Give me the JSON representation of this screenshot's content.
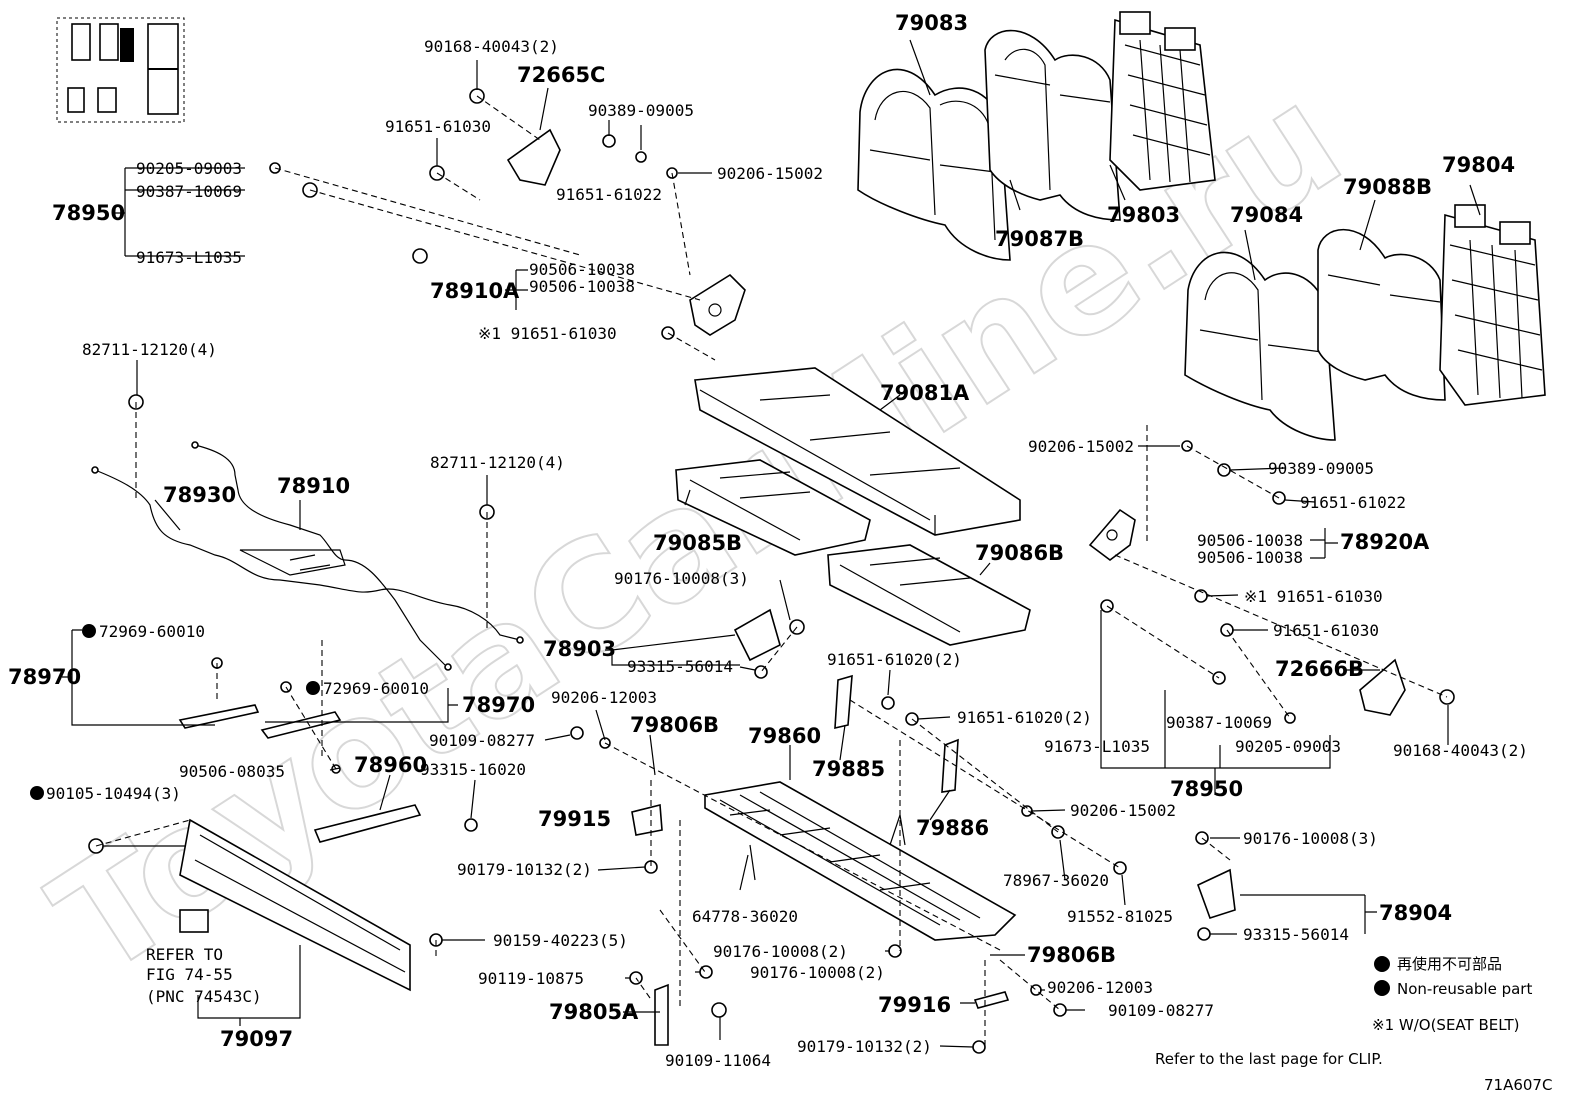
{
  "diagram_id": "71A607C",
  "watermark": "ToyotaCarMine.ru",
  "footer_note": "Refer to the last page for CLIP.",
  "legend": {
    "jp": "再使用不可部品",
    "en": "Non-reusable part",
    "note": "※1 W/O(SEAT BELT)"
  },
  "refer": {
    "line1": "REFER TO",
    "line2": "FIG 74-55",
    "line3": "(PNC 74543C)"
  },
  "big_labels": [
    "79083",
    "79087B",
    "79803",
    "79084",
    "79088B",
    "79804",
    "79081A",
    "79085B",
    "79086B",
    "72665C",
    "78950",
    "78910A",
    "78930",
    "78910",
    "78903",
    "78920A",
    "72666B",
    "78950",
    "78970",
    "78970",
    "78960",
    "79806B",
    "79860",
    "79885",
    "79886",
    "79915",
    "79097",
    "79805A",
    "79916",
    "79806B",
    "78904"
  ],
  "labels": [
    "90168-40043(2)",
    "91651-61030",
    "90389-09005",
    "90205-09003",
    "90387-10069",
    "91673-L1035",
    "91651-61022",
    "90206-15002",
    "90506-10038",
    "90506-10038",
    "※1 91651-61030",
    "82711-12120(4)",
    "82711-12120(4)",
    "90206-15002",
    "90389-09005",
    "91651-61022",
    "90506-10038",
    "90506-10038",
    "※1 91651-61030",
    "91651-61030",
    "90387-10069",
    "90205-09003",
    "91673-L1035",
    "90168-40043(2)",
    "90176-10008(3)",
    "93315-56014",
    "91651-61020(2)",
    "91651-61020(2)",
    "72969-60010",
    "72969-60010",
    "90206-12003",
    "90109-08277",
    "90506-08035",
    "93315-16020",
    "90105-10494(3)",
    "90179-10132(2)",
    "64778-36020",
    "90206-15002",
    "78967-36020",
    "91552-81025",
    "90176-10008(3)",
    "93315-56014",
    "90159-40223(5)",
    "90176-10008(2)",
    "90176-10008(2)",
    "90119-10875",
    "90206-12003",
    "90109-08277",
    "90179-10132(2)",
    "90109-11064"
  ]
}
